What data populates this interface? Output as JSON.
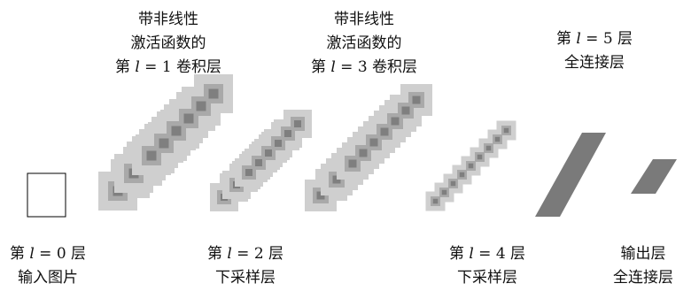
{
  "layers": [
    {
      "id": "l0",
      "lines": [
        "第 ",
        "l",
        " = 0 层",
        "输入图片"
      ]
    },
    {
      "id": "l1",
      "lines": [
        "带非线性",
        "激活函数的",
        "第 ",
        "l",
        " = 1 卷积层"
      ]
    },
    {
      "id": "l2",
      "lines": [
        "第 ",
        "l",
        " = 2 层",
        "下采样层"
      ]
    },
    {
      "id": "l3",
      "lines": [
        "带非线性",
        "激活函数的",
        "第 ",
        "l",
        " = 3 卷积层"
      ]
    },
    {
      "id": "l4",
      "lines": [
        "第 ",
        "l",
        " = 4 层",
        "下采样层"
      ]
    },
    {
      "id": "l5",
      "lines": [
        "第 ",
        "l",
        " = 5 层",
        "全连接层"
      ]
    },
    {
      "id": "out",
      "lines": [
        "输出层",
        "全连接层"
      ]
    }
  ],
  "colors": {
    "light": "#cfcfcf",
    "mid": "#a9a9a9",
    "dark": "#7f7f7f",
    "fc": "#7a7a7a",
    "stroke": "#000000"
  }
}
